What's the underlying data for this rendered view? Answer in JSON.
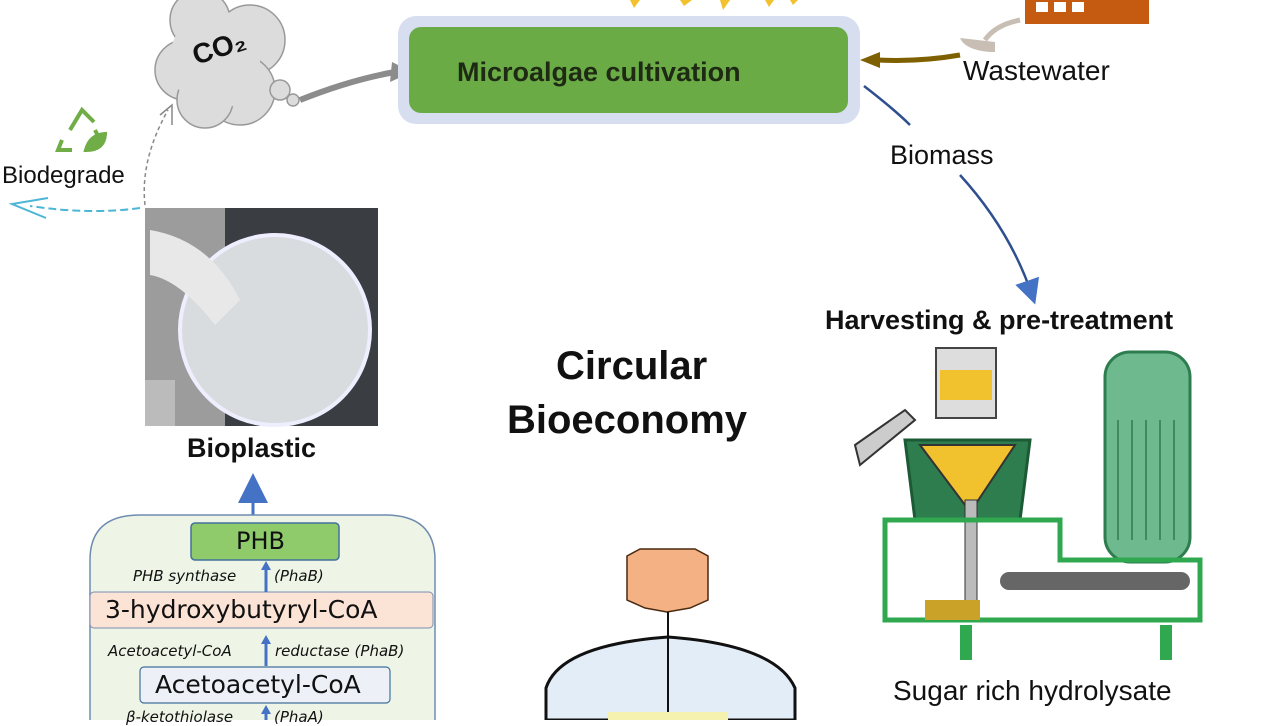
{
  "nodes": {
    "co2": "CO₂",
    "cultivation": "Microalgae cultivation",
    "wastewater": "Wastewater",
    "biomass": "Biomass",
    "harvesting": "Harvesting & pre-treatment",
    "hydrolysate": "Sugar rich hydrolysate",
    "center_line1": "Circular",
    "center_line2": "Bioeconomy",
    "biodegrade": "Biodegrade",
    "bioplastic": "Bioplastic"
  },
  "pathway": {
    "phb": "PHB",
    "enzyme1": "PHB synthase",
    "enzyme1_gene": "(PhaB)",
    "hb_coa": "3-hydroxybutyryl-CoA",
    "enzyme2": "Acetoacetyl-CoA",
    "enzyme2b": "reductase (PhaB)",
    "aa_coa": "Acetoacetyl-CoA",
    "enzyme3": "β-ketothiolase",
    "enzyme3_gene": "(PhaA)"
  },
  "colors": {
    "cultivation_fill": "#6aab46",
    "cultivation_border": "#d6deef",
    "arrow_blue": "#4472c4",
    "arrow_wastewater": "#7f6000",
    "factory": "#c55a11",
    "recycle_green": "#70ad47",
    "pathway_bg": "#eef5e6",
    "phb_fill": "#8fca6b",
    "hb_fill": "#fbe3d6",
    "aa_fill": "#eef0f8",
    "tank_top": "#f4b183",
    "tank_body": "#e3edf8"
  }
}
